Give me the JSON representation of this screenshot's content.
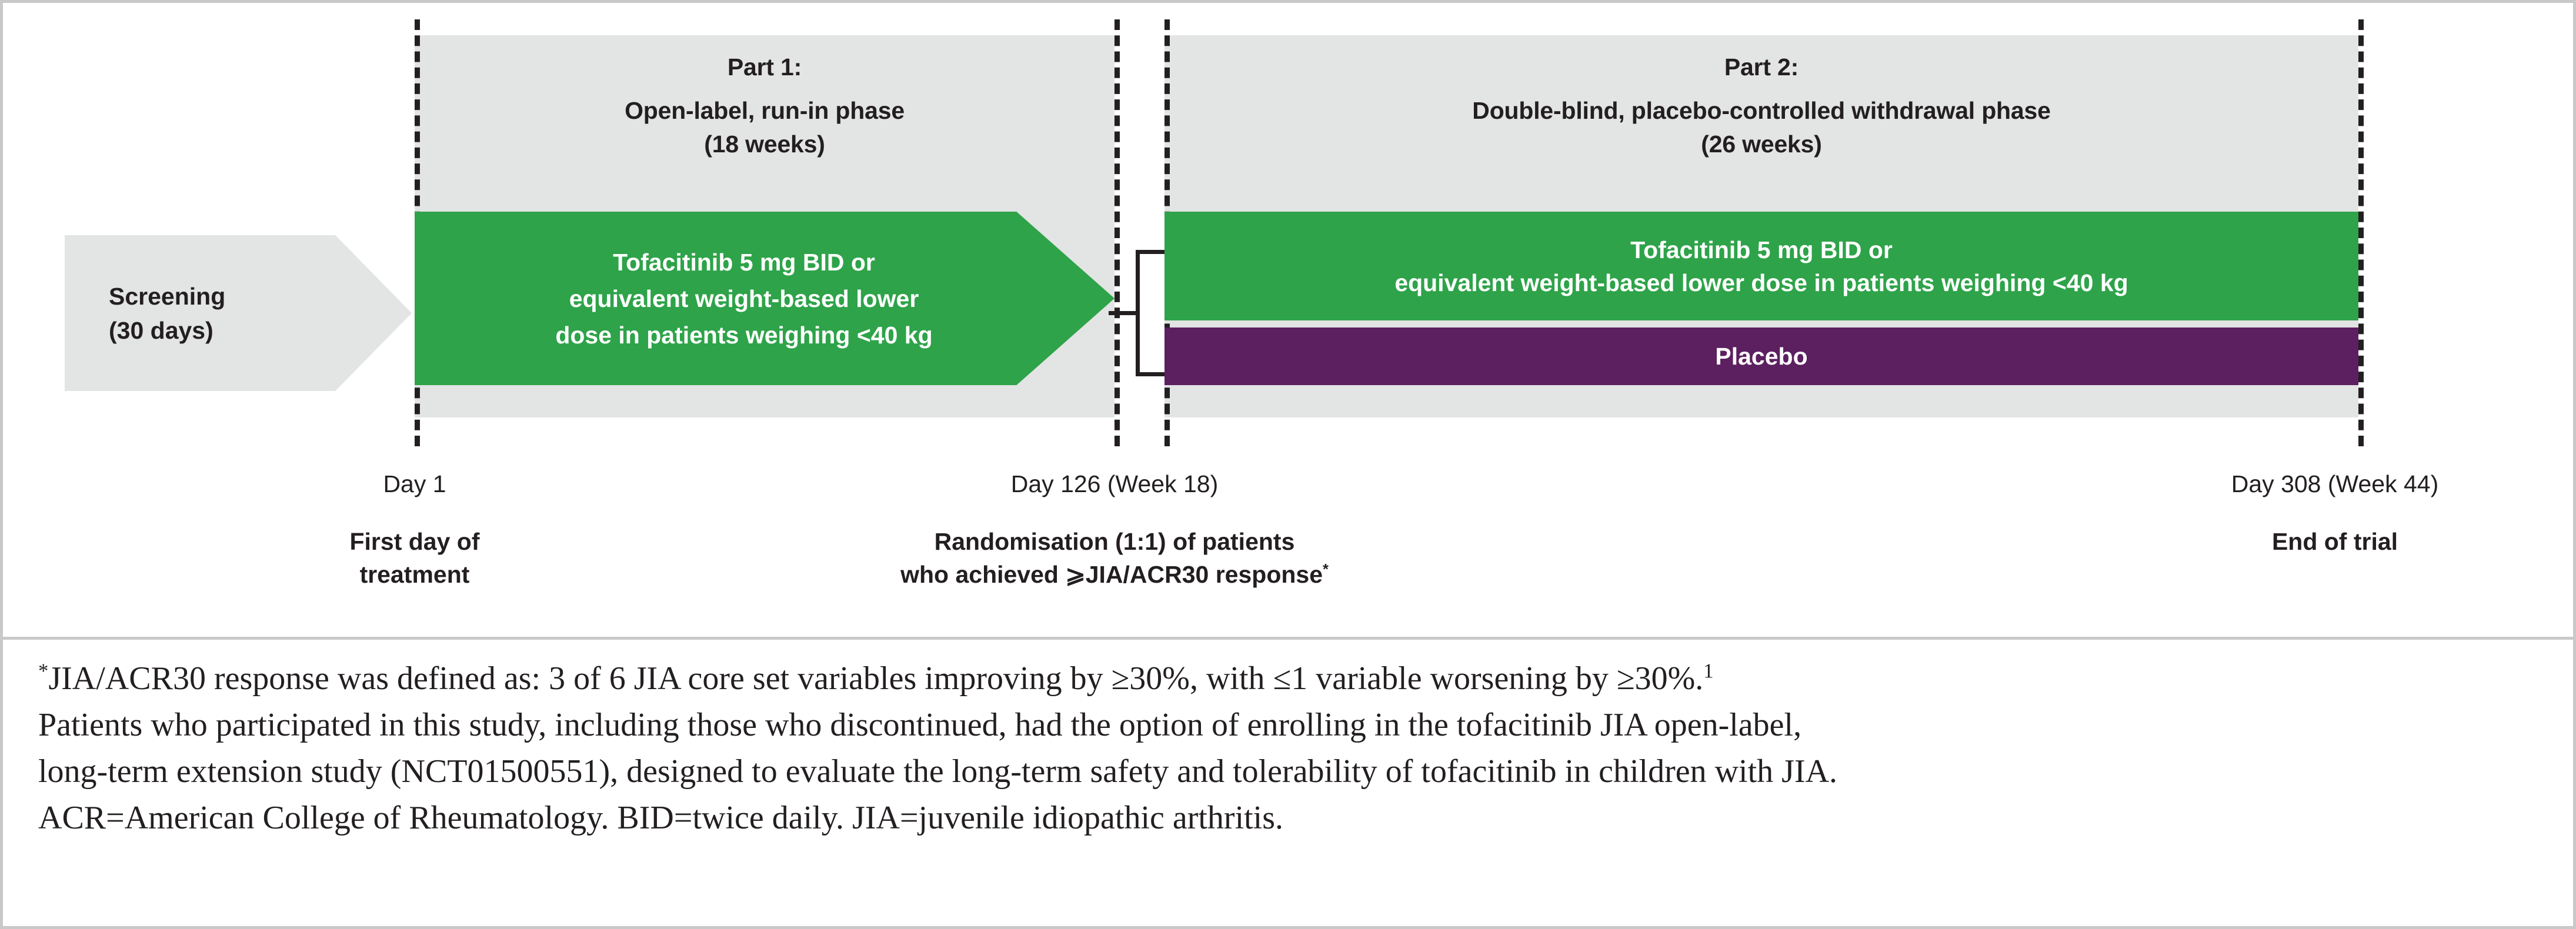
{
  "diagram": {
    "screening": {
      "name": "Screening",
      "lines": [
        "Screening",
        "(30 days)"
      ]
    },
    "part1": {
      "title_lines": [
        "Part 1:",
        "Open-label, run-in phase",
        "(18 weeks)"
      ],
      "arm_lines": [
        "Tofacitinib 5 mg BID or",
        "equivalent weight-based lower",
        "dose in patients weighing <40 kg"
      ]
    },
    "part2": {
      "title_lines": [
        "Part 2:",
        "Double-blind, placebo-controlled withdrawal phase",
        "(26 weeks)"
      ],
      "arm_tofacitinib_lines": [
        "Tofacitinib 5 mg BID or",
        "equivalent weight-based lower dose in patients weighing <40 kg"
      ],
      "arm_placebo": "Placebo"
    },
    "markers": [
      {
        "day": "Day 1",
        "desc_lines": [
          "First day of",
          "treatment"
        ]
      },
      {
        "day": "Day 126 (Week 18)",
        "desc_lines": [
          "Randomisation (1:1) of patients",
          "who achieved ⩾JIA/ACR30 response"
        ],
        "desc_superscript": "*"
      },
      {
        "day": "Day 308 (Week 44)",
        "desc_lines": [
          "End of trial"
        ]
      }
    ]
  },
  "footnotes": {
    "line1_prefix": "*",
    "line1": "JIA/ACR30 response was defined as: 3 of 6 JIA core set variables improving by ≥30%, with ≤1 variable worsening by ≥30%.",
    "line1_superscript": "1",
    "line2": "Patients who participated in this study, including those who discontinued, had the option of enrolling in the tofacitinib JIA open-label,",
    "line3": "long-term extension study (NCT01500551), designed to evaluate the long-term safety and tolerability of tofacitinib in children with JIA.",
    "line4": "ACR=American College of Rheumatology. BID=twice daily. JIA=juvenile idiopathic arthritis."
  },
  "colors": {
    "green": "#2ea349",
    "purple": "#5c2060",
    "panel_gray": "#e3e4e4",
    "border_gray": "#c9c9c9",
    "text_dark": "#231f20"
  }
}
